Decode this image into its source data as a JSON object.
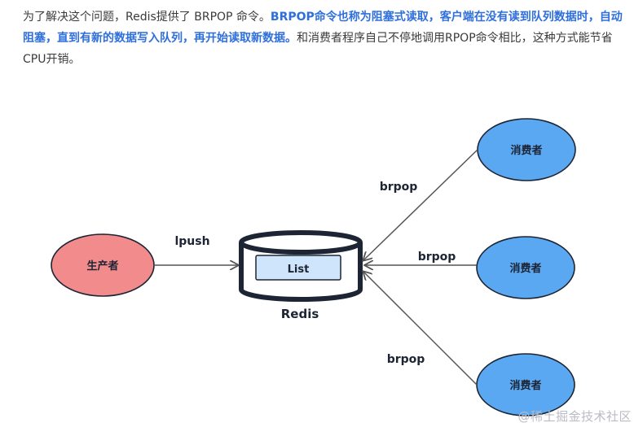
{
  "paragraph": {
    "part1": "为了解决这个问题，Redis提供了 BRPOP 命令。",
    "highlight": "BRPOP命令也称为阻塞式读取，客户端在没有读到队列数据时，自动阻塞，直到有新的数据写入队列，再开始读取新数据。",
    "part2": "和消费者程序自己不停地调用RPOP命令相比，这种方式能节省CPU开销。"
  },
  "diagram": {
    "producer": "生产者",
    "consumer_top": "消费者",
    "consumer_mid": "消费者",
    "consumer_bot": "消费者",
    "list_label": "List",
    "redis_label": "Redis",
    "lpush_label": "lpush",
    "brpop_top": "brpop",
    "brpop_mid": "brpop",
    "brpop_bot": "brpop",
    "colors": {
      "producer_fill": "#f28b8b",
      "consumer_fill": "#5aa8f2",
      "list_fill": "#cfe5fb",
      "redis_stroke": "#1d2433"
    }
  },
  "watermark": "@稀土掘金技术社区"
}
